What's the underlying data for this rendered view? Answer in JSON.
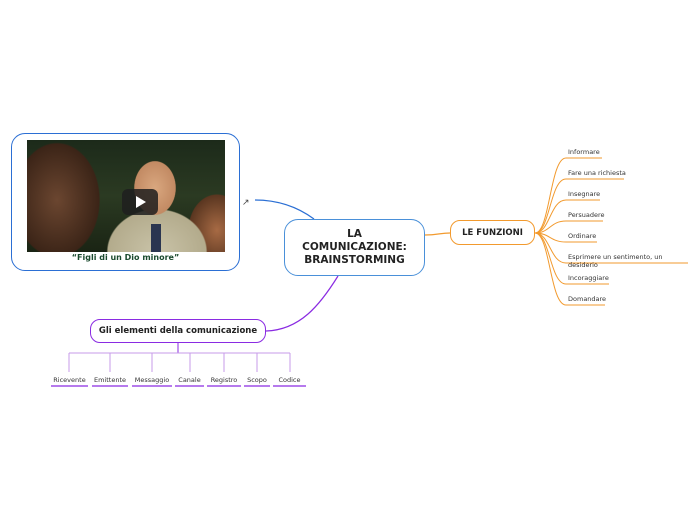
{
  "central_topic": {
    "line1": "LA",
    "line2": "COMUNICAZIONE:",
    "line3": "BRAINSTORMING"
  },
  "video": {
    "caption": "“Figli di un Dio minore”"
  },
  "functions": {
    "title": "LE FUNZIONI",
    "items": [
      "Informare",
      "Fare una richiesta",
      "Insegnare",
      "Persuadere",
      "Ordinare",
      "Esprimere un sentimento, un desiderio",
      "Incoraggiare",
      "Domandare"
    ]
  },
  "elements": {
    "title": "Gli elementi della comunicazione",
    "items": [
      "Ricevente",
      "Emittente",
      "Messaggio",
      "Canale",
      "Registro",
      "Scopo",
      "Codice"
    ]
  },
  "colors": {
    "center_border": "#4a90d9",
    "functions_branch": "#f29a2e",
    "elements_branch": "#8a2be2",
    "video_border": "#2b6fd4"
  },
  "icons": {
    "play": "play-icon",
    "link": "external-link-icon"
  }
}
